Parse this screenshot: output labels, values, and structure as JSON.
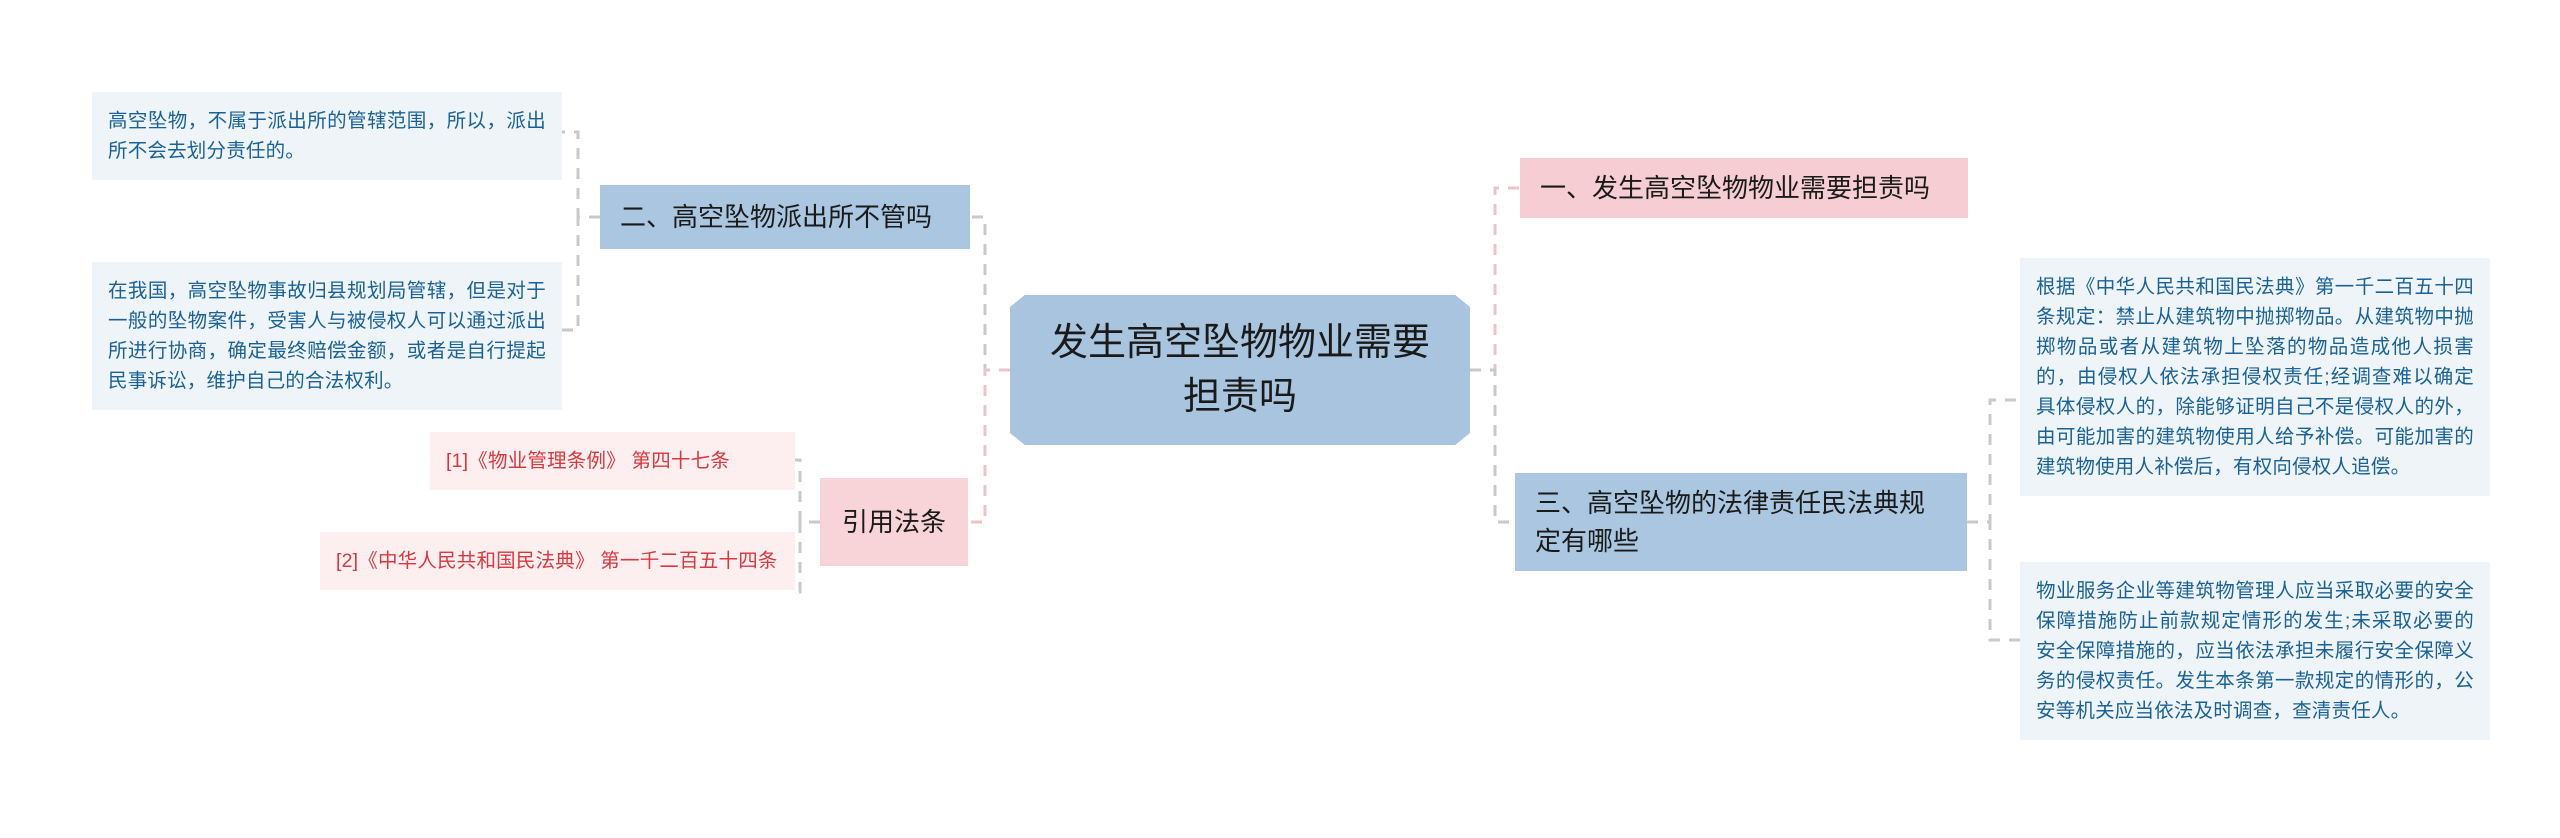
{
  "diagram": {
    "type": "mind-map",
    "center": {
      "label": "发生高空坠物物业需要担责吗",
      "color": "#a8c4de"
    },
    "branches": [
      {
        "id": "branch-1",
        "label": "一、发生高空坠物物业需要担责吗",
        "color": "#f6cdd2",
        "side": "right"
      },
      {
        "id": "branch-2",
        "label": "二、高空坠物派出所不管吗",
        "color": "#aac6e0",
        "side": "left"
      },
      {
        "id": "branch-3",
        "label": "三、高空坠物的法律责任民法典规定有哪些",
        "color": "#aac6e0",
        "side": "right"
      },
      {
        "id": "branch-ref",
        "label": "引用法条",
        "color": "#f8d4d8",
        "side": "left"
      }
    ],
    "leaves": [
      {
        "id": "leaf-a",
        "parent": "branch-2",
        "text": "高空坠物，不属于派出所的管辖范围，所以，派出所不会去划分责任的。",
        "color": "#1a6296",
        "background": "#eff4f9"
      },
      {
        "id": "leaf-b",
        "parent": "branch-2",
        "text": "在我国，高空坠物事故归县规划局管辖，但是对于一般的坠物案件，受害人与被侵权人可以通过派出所进行协商，确定最终赔偿金额，或者是自行提起民事诉讼，维护自己的合法权利。",
        "color": "#1a6296",
        "background": "#eff4f9"
      },
      {
        "id": "leaf-c",
        "parent": "branch-ref",
        "text": "[1]《物业管理条例》 第四十七条",
        "color": "#d6393f",
        "background": "#fdeef0"
      },
      {
        "id": "leaf-d",
        "parent": "branch-ref",
        "text": "[2]《中华人民共和国民法典》 第一千二百五十四条",
        "color": "#d6393f",
        "background": "#fdeef0"
      },
      {
        "id": "leaf-e",
        "parent": "branch-3",
        "text": "根据《中华人民共和国民法典》第一千二百五十四条规定：禁止从建筑物中抛掷物品。从建筑物中抛掷物品或者从建筑物上坠落的物品造成他人损害的，由侵权人依法承担侵权责任;经调查难以确定具体侵权人的，除能够证明自己不是侵权人的外，由可能加害的建筑物使用人给予补偿。可能加害的建筑物使用人补偿后，有权向侵权人追偿。",
        "color": "#1a6296",
        "background": "#eff4f9"
      },
      {
        "id": "leaf-f",
        "parent": "branch-3",
        "text": "物业服务企业等建筑物管理人应当采取必要的安全保障措施防止前款规定情形的发生;未采取必要的安全保障措施的，应当依法承担未履行安全保障义务的侵权责任。发生本条第一款规定的情形的，公安等机关应当依法及时调查，查清责任人。",
        "color": "#1a6296",
        "background": "#eff4f9"
      }
    ],
    "connector_colors": {
      "blue": "#b9cfe2",
      "pink": "#eec3c8",
      "gray": "#c9c9c9"
    }
  }
}
